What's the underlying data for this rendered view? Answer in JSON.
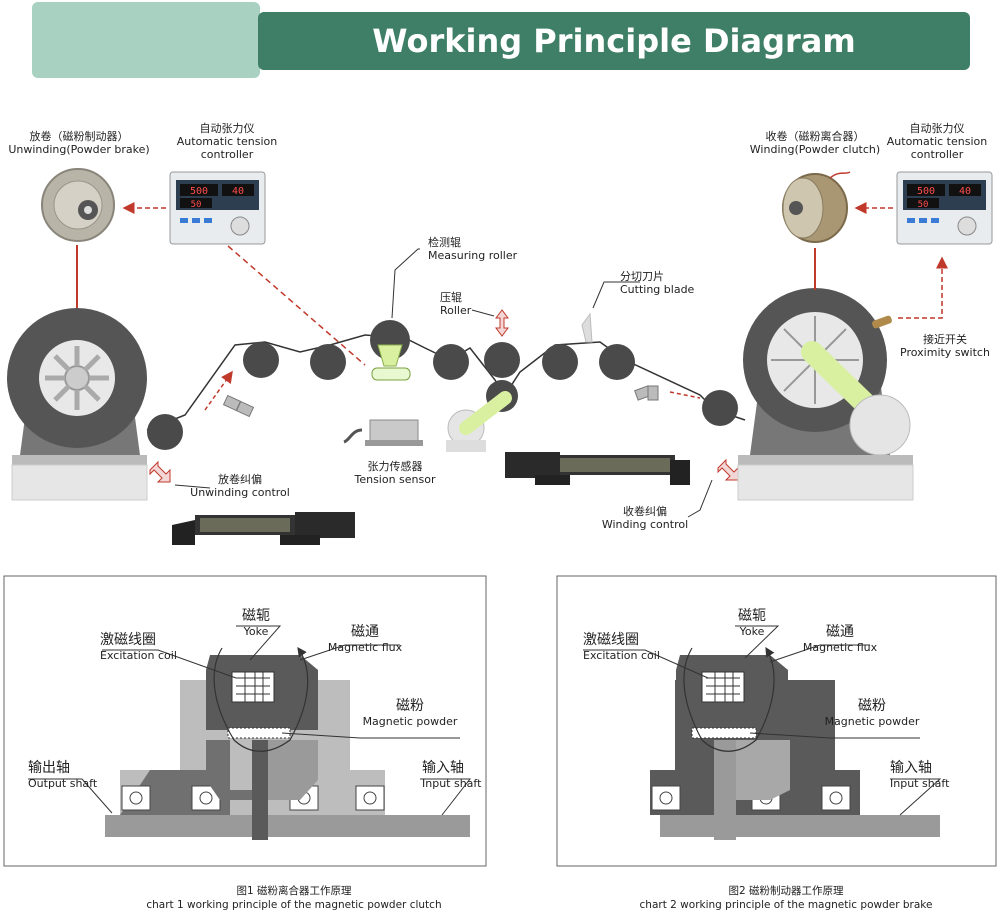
{
  "header": {
    "title": "Working Principle Diagram"
  },
  "top": {
    "unwinding": {
      "cn": "放卷（磁粉制动器）",
      "en": "Unwinding(Powder brake)"
    },
    "controller_left": {
      "cn": "自动张力仪",
      "en1": "Automatic tension",
      "en2": "controller"
    },
    "winding": {
      "cn": "收卷（磁粉离合器）",
      "en": "Winding(Powder clutch)"
    },
    "controller_right": {
      "cn": "自动张力仪",
      "en1": "Automatic tension",
      "en2": "controller"
    },
    "measuring_roller": {
      "cn": "检测辊",
      "en": "Measuring roller"
    },
    "roller": {
      "cn": "压辊",
      "en": "Roller"
    },
    "cutting_blade": {
      "cn": "分切刀片",
      "en": "Cutting blade"
    },
    "proximity_switch": {
      "cn": "接近开关",
      "en": "Proximity switch"
    },
    "tension_sensor": {
      "cn": "张力传感器",
      "en": "Tension sensor"
    },
    "unwinding_control": {
      "cn": "放卷纠偏",
      "en": "Unwinding control"
    },
    "winding_control": {
      "cn": "收卷纠偏",
      "en": "Winding control"
    },
    "display": {
      "d1": "500",
      "d2": "40",
      "d3": "50"
    }
  },
  "chart1": {
    "yoke": {
      "cn": "磁轭",
      "en": "Yoke"
    },
    "coil": {
      "cn": "激磁线圈",
      "en": "Excitation coil"
    },
    "flux": {
      "cn": "磁通",
      "en": "Magnetic flux"
    },
    "powder": {
      "cn": "磁粉",
      "en": "Magnetic powder"
    },
    "output": {
      "cn": "输出轴",
      "en": "Output shaft"
    },
    "input": {
      "cn": "输入轴",
      "en": "Input shaft"
    },
    "caption_cn": "图1 磁粉离合器工作原理",
    "caption_en": "chart 1 working principle of the magnetic powder clutch"
  },
  "chart2": {
    "yoke": {
      "cn": "磁轭",
      "en": "Yoke"
    },
    "coil": {
      "cn": "激磁线圈",
      "en": "Excitation coil"
    },
    "flux": {
      "cn": "磁通",
      "en": "Magnetic flux"
    },
    "powder": {
      "cn": "磁粉",
      "en": "Magnetic powder"
    },
    "input": {
      "cn": "输入轴",
      "en": "Input shaft"
    },
    "caption_cn": "图2 磁粉制动器工作原理",
    "caption_en": "chart 2 working principle of the magnetic powder brake"
  },
  "colors": {
    "header_dark": "#3f7f68",
    "header_light": "#a8d1c1",
    "arrow_red": "#c0392b",
    "roller": "#4a4a4a",
    "arm": "#d8f0a0"
  }
}
